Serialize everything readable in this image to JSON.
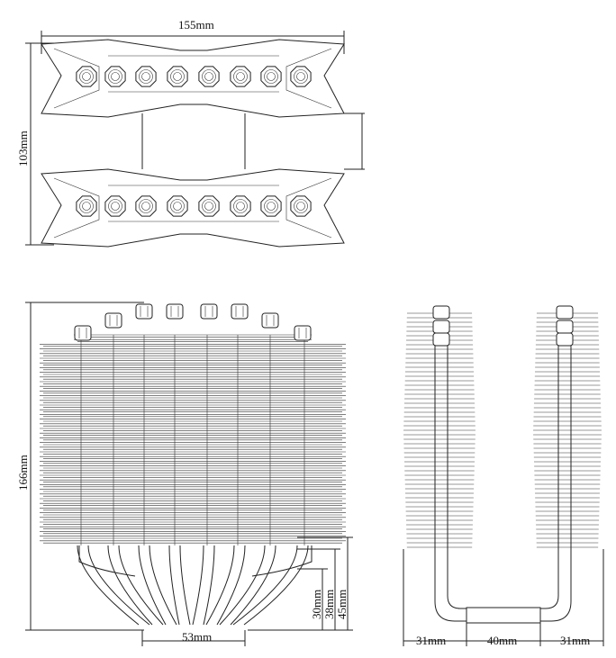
{
  "dimensions": {
    "top_width": "155mm",
    "top_height": "103mm",
    "side_height": "166mm",
    "base_width": "53mm",
    "h30": "30mm",
    "h38": "38mm",
    "h45": "45mm",
    "left_31": "31mm",
    "middle_40": "40mm",
    "right_31": "31mm"
  },
  "colors": {
    "line": "#222222",
    "background": "#ffffff"
  }
}
